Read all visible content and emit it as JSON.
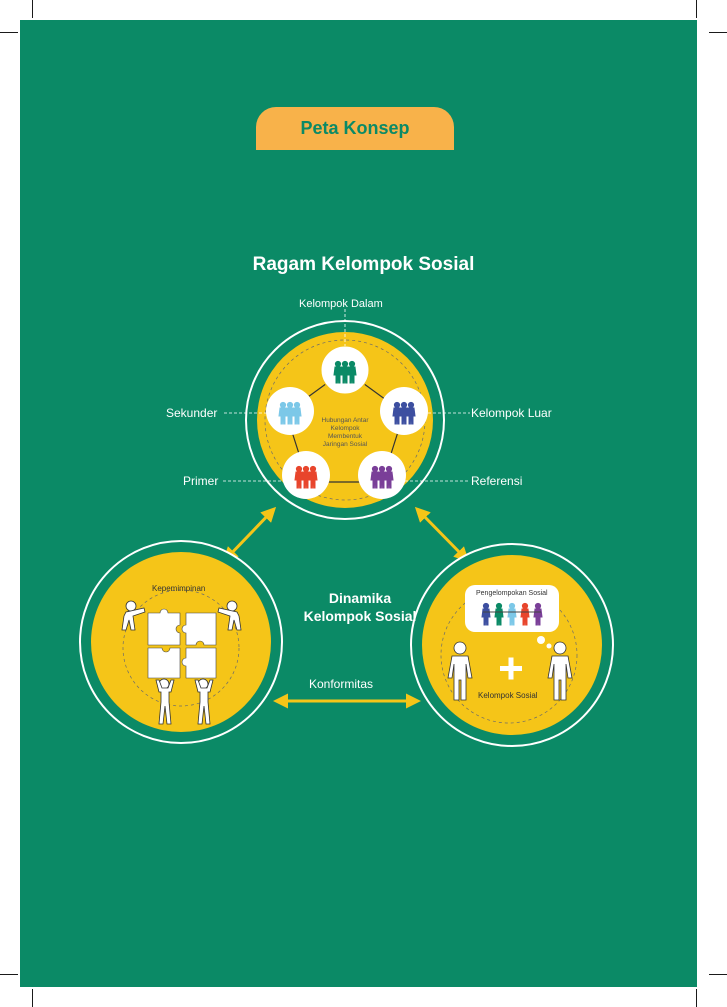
{
  "tab_title": "Peta Konsep",
  "title": "Ragam Kelompok Sosial",
  "top_node": {
    "center_text_lines": [
      "Hubungan Antar",
      "Kelompok",
      "Membentuk",
      "Jaringan Sosial"
    ],
    "labels": {
      "top": "Kelompok Dalam",
      "left_upper": "Sekunder",
      "right_upper": "Kelompok Luar",
      "left_lower": "Primer",
      "right_lower": "Referensi"
    },
    "people_colors": [
      "#0b8a66",
      "#3d4fa0",
      "#7a3f98",
      "#e8452c",
      "#7cc8e8"
    ]
  },
  "dynamics_title_line1": "Dinamika",
  "dynamics_title_line2": "Kelompok Sosial",
  "left_node": {
    "label": "Kepemimpinan"
  },
  "right_node": {
    "bubble_label": "Pengelompokan Sosial",
    "bottom_label": "Kelompok Sosial",
    "bubble_colors": [
      "#3d4fa0",
      "#0b8a66",
      "#7cc8e8",
      "#e8452c",
      "#7a3f98"
    ]
  },
  "bottom_link_label": "Konformitas",
  "colors": {
    "background": "#0b8a66",
    "tab": "#f8b24a",
    "circle_fill": "#f5c518",
    "arrow": "#f5c518",
    "text": "#ffffff"
  }
}
